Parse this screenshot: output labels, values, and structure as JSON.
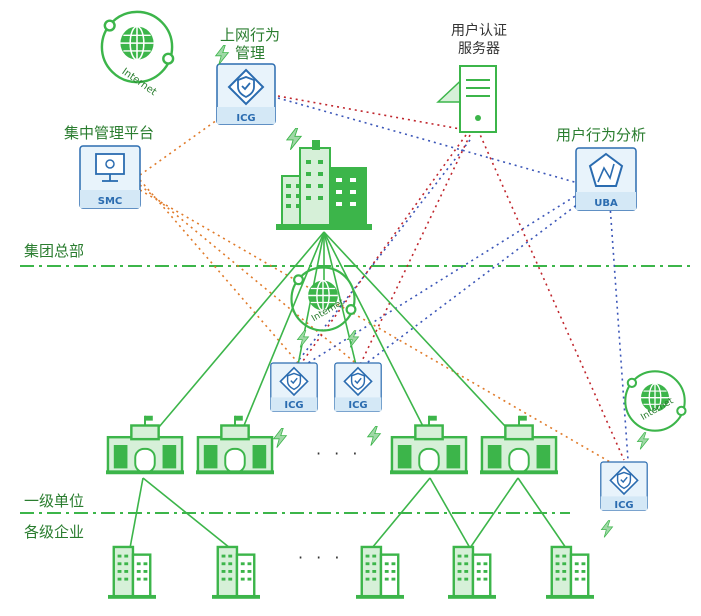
{
  "labels": {
    "behavior_mgmt_line1": "上网行为",
    "behavior_mgmt_line2": "管理",
    "auth_server_line1": "用户认证",
    "auth_server_line2": "服务器",
    "central_platform": "集中管理平台",
    "user_behavior_analysis": "用户行为分析",
    "tier_hq": "集团总部",
    "tier_level1": "一级单位",
    "tier_enterprises": "各级企业",
    "ellipsis": "· · ·"
  },
  "devices": {
    "icg": "ICG",
    "smc": "SMC",
    "uba": "UBA",
    "internet": "Internet"
  },
  "colors": {
    "green": "#3cb54a",
    "green_dark": "#2a7d2f",
    "blue": "#2b6cb0",
    "box_fill": "#e8f3fb",
    "orange_dot": "#e07b2a",
    "red_dot": "#c0262d",
    "blue_dot": "#3b56b8"
  }
}
